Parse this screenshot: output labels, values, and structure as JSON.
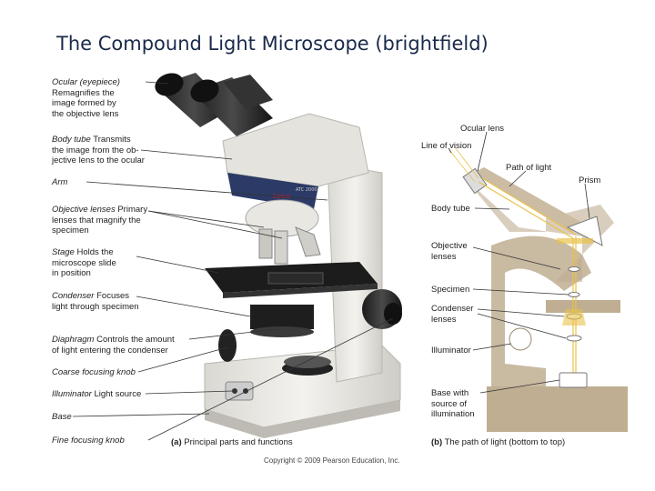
{
  "title": "The Compound Light Microscope (brightfield)",
  "left_labels": [
    {
      "term": "Ocular (eyepiece)",
      "desc_lines": [
        "Remagnifies the",
        "image formed by",
        "the objective lens"
      ]
    },
    {
      "term": "Body tube",
      "desc_first": " Transmits",
      "desc_lines": [
        "the image from the ob-",
        "jective lens to the ocular"
      ]
    },
    {
      "term": "Arm",
      "desc_first": "",
      "desc_lines": []
    },
    {
      "term": "Objective lenses",
      "desc_first": " Primary",
      "desc_lines": [
        "lenses that magnify the",
        "specimen"
      ]
    },
    {
      "term": "Stage",
      "desc_first": " Holds the",
      "desc_lines": [
        "microscope slide",
        "in position"
      ]
    },
    {
      "term": "Condenser",
      "desc_first": " Focuses",
      "desc_lines": [
        "light through specimen"
      ]
    },
    {
      "term": "Diaphragm",
      "desc_first": " Controls the amount",
      "desc_lines": [
        "of light entering the condenser"
      ]
    },
    {
      "term": "Coarse focusing knob",
      "desc_first": "",
      "desc_lines": []
    },
    {
      "term": "Illuminator",
      "desc_first": " Light source",
      "desc_lines": []
    },
    {
      "term": "Base",
      "desc_first": "",
      "desc_lines": []
    },
    {
      "term": "Fine focusing knob",
      "desc_first": "",
      "desc_lines": []
    }
  ],
  "right_labels": {
    "ocular_lens": "Ocular lens",
    "line_of_vision": "Line of vision",
    "path_of_light": "Path of light",
    "prism": "Prism",
    "body_tube": "Body tube",
    "objective_lenses": [
      "Objective",
      "lenses"
    ],
    "specimen": "Specimen",
    "condenser_lenses": [
      "Condenser",
      "lenses"
    ],
    "illuminator": "Illuminator",
    "base_with_source": [
      "Base with",
      "source of",
      "illumination"
    ]
  },
  "microscope_brand": "Leica",
  "microscope_model": "ATC 2000",
  "captions": {
    "a_letter": "(a)",
    "a_text": " Principal parts and functions",
    "b_letter": "(b)",
    "b_text": " The path of light (bottom to top)"
  },
  "copyright": "Copyright © 2009 Pearson Education, Inc.",
  "colors": {
    "title": "#1a2a4a",
    "body_white": "#ecebe6",
    "schematic_tan": "#bfae92",
    "light_path": "#e8c24a"
  }
}
